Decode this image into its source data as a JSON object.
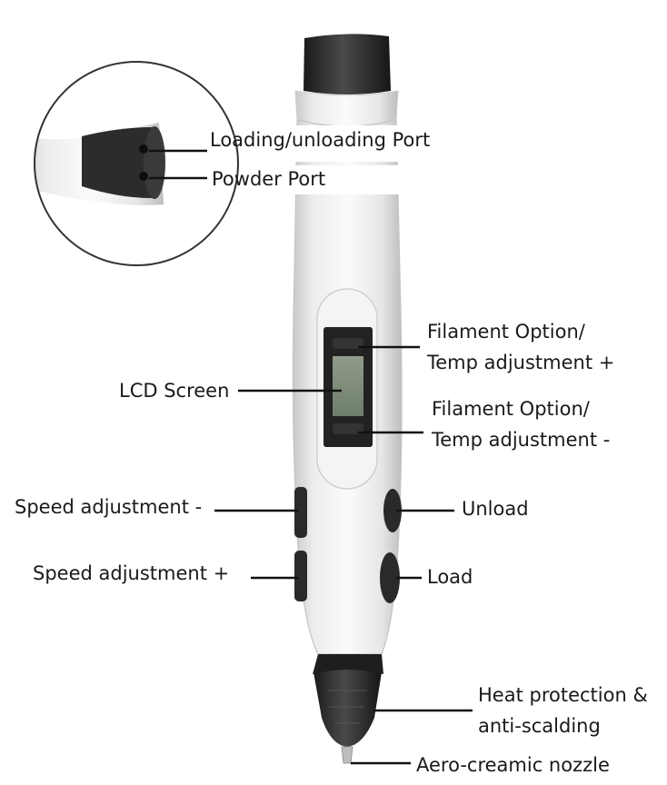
{
  "labels": {
    "loading_port": "Loading/unloading Port",
    "powder_port": "Powder Port",
    "filament_plus_line1": "Filament Option/",
    "filament_plus_line2": "Temp adjustment +",
    "lcd_screen": "LCD Screen",
    "filament_minus_line1": "Filament Option/",
    "filament_minus_line2": "Temp adjustment -",
    "speed_minus": "Speed adjustment -",
    "unload": "Unload",
    "speed_plus": "Speed adjustment +",
    "load": "Load",
    "heat_line1": "Heat protection &",
    "heat_line2": "anti-scalding",
    "nozzle": "Aero-creamic nozzle"
  },
  "colors": {
    "pen_body": "#eeeeee",
    "pen_dark": "#2a2a2a",
    "lcd": "#7c8a78",
    "leader": "#111111"
  }
}
